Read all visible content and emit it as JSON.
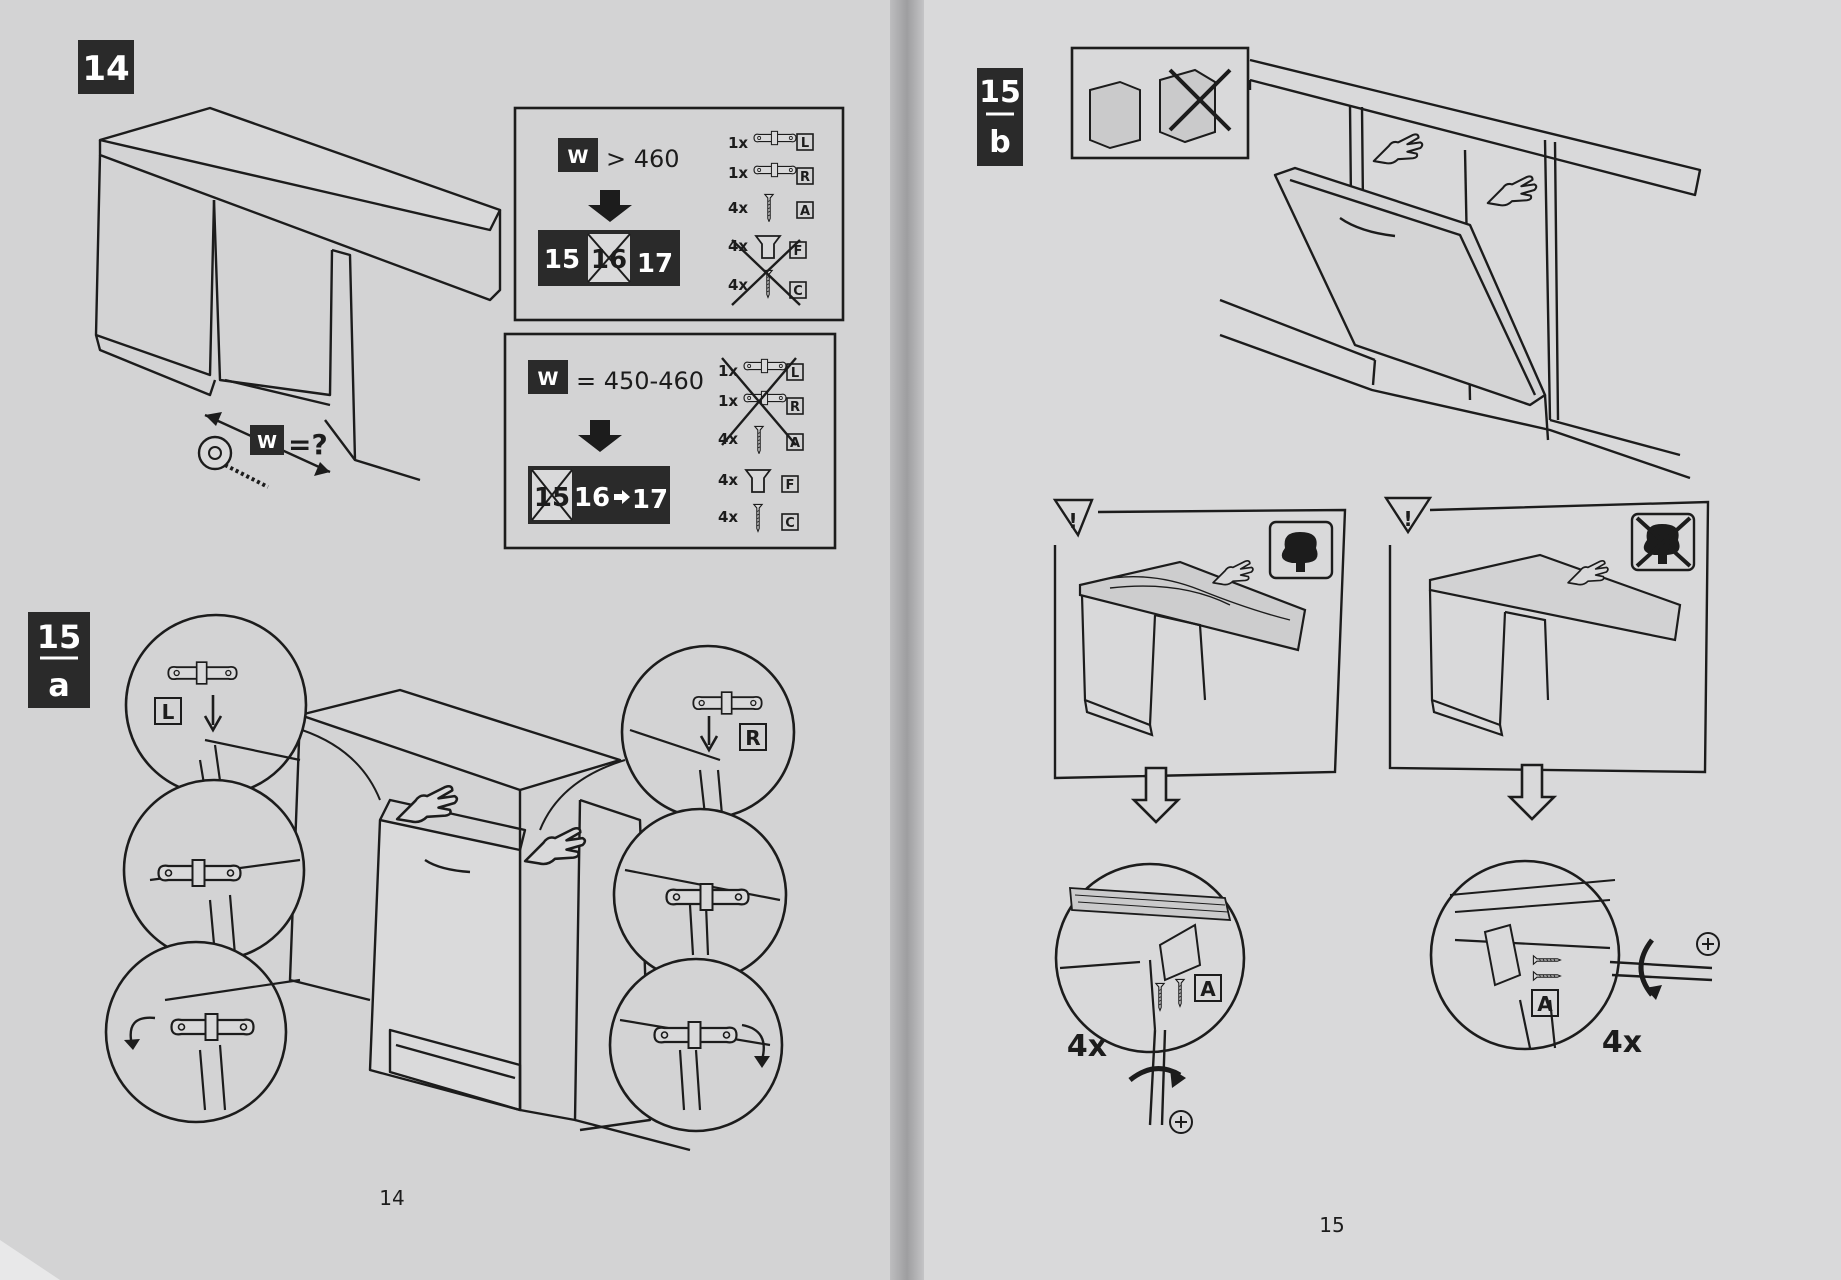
{
  "left_page": {
    "page_number": "14",
    "step14": {
      "badge": "14",
      "measure": {
        "symbol": "W",
        "suffix": "=?"
      },
      "box_a": {
        "condition_symbol": "W",
        "condition": "> 460",
        "steps": [
          "15",
          "16",
          "17"
        ],
        "parts": [
          {
            "qty": "1x",
            "code": "L"
          },
          {
            "qty": "1x",
            "code": "R"
          },
          {
            "qty": "4x",
            "code": "A"
          },
          {
            "qty": "4x",
            "code": "F"
          },
          {
            "qty": "4x",
            "code": "C"
          }
        ]
      },
      "box_b": {
        "condition_symbol": "W",
        "condition": "= 450-460",
        "steps": [
          "15",
          "16",
          "17"
        ],
        "parts": [
          {
            "qty": "1x",
            "code": "L"
          },
          {
            "qty": "1x",
            "code": "R"
          },
          {
            "qty": "4x",
            "code": "A"
          },
          {
            "qty": "4x",
            "code": "F"
          },
          {
            "qty": "4x",
            "code": "C"
          }
        ]
      }
    },
    "step15a": {
      "badge_top": "15",
      "badge_bottom": "a",
      "label_left": "L",
      "label_right": "R"
    }
  },
  "right_page": {
    "page_number": "15",
    "step15b": {
      "badge_top": "15",
      "badge_bottom": "b",
      "wood_panel": {
        "label": "A",
        "count": "4x"
      },
      "stone_panel": {
        "label": "A",
        "count": "4x"
      }
    }
  },
  "colors": {
    "paper_left": "#d3d3d4",
    "paper_right": "#d9d9da",
    "ink": "#1c1c1c",
    "badge_bg": "#2a2a2a"
  }
}
